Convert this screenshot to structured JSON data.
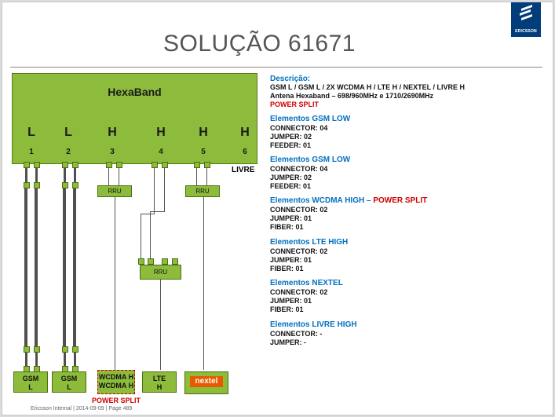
{
  "brand": {
    "name": "ERICSSON",
    "color": "#003d7a"
  },
  "title": "SOLUÇÃO 61671",
  "hexaband": {
    "name": "HexaBand",
    "ports": [
      {
        "type": "L",
        "num": "1"
      },
      {
        "type": "L",
        "num": "2"
      },
      {
        "type": "H",
        "num": "3"
      },
      {
        "type": "H",
        "num": "4"
      },
      {
        "type": "H",
        "num": "5"
      },
      {
        "type": "H",
        "num": "6"
      }
    ],
    "livre": "LIVRE"
  },
  "rru": {
    "rru3": "RRU",
    "rru5": "RRU",
    "rru4": "RRU"
  },
  "bottom": {
    "gsm1_a": "GSM",
    "gsm1_b": "L",
    "gsm2_a": "GSM",
    "gsm2_b": "L",
    "wcdma_a": "WCDMA H",
    "wcdma_b": "WCDMA H",
    "lte_a": "LTE",
    "lte_b": "H",
    "nextel": "nextel",
    "power_split": "POWER SPLIT"
  },
  "description": {
    "heading": "Descrição:",
    "line1": "GSM L / GSM L / 2X WCDMA H / LTE H / NEXTEL / LIVRE H",
    "line2": "Antena Hexaband – 698/960MHz  e  1710/2690MHz",
    "line3": "POWER SPLIT"
  },
  "sections": [
    {
      "title": "Elementos GSM LOW",
      "suffix": "",
      "lines": [
        "CONNECTOR: 04",
        "JUMPER: 02",
        "FEEDER: 01"
      ]
    },
    {
      "title": "Elementos GSM LOW",
      "suffix": "",
      "lines": [
        "CONNECTOR: 04",
        "JUMPER: 02",
        "FEEDER: 01"
      ]
    },
    {
      "title": "Elementos WCDMA HIGH – ",
      "suffix": "POWER SPLIT",
      "lines": [
        "CONNECTOR: 02",
        "JUMPER: 01",
        "FIBER: 01"
      ]
    },
    {
      "title": "Elementos LTE HIGH",
      "suffix": "",
      "lines": [
        "CONNECTOR: 02",
        "JUMPER: 01",
        "FIBER: 01"
      ]
    },
    {
      "title": "Elementos NEXTEL",
      "suffix": "",
      "lines": [
        "CONNECTOR: 02",
        "JUMPER: 01",
        "FIBER: 01"
      ]
    },
    {
      "title": "Elementos LIVRE HIGH",
      "suffix": "",
      "lines": [
        "CONNECTOR: -",
        "JUMPER: -"
      ]
    }
  ],
  "footer": "Ericsson Internal  |  2014-09-09  |  Page 489",
  "colors": {
    "accent_green": "#8dbb3b",
    "heading_blue": "#0070c0",
    "alert_red": "#d00000",
    "nextel_orange": "#e75b00"
  }
}
